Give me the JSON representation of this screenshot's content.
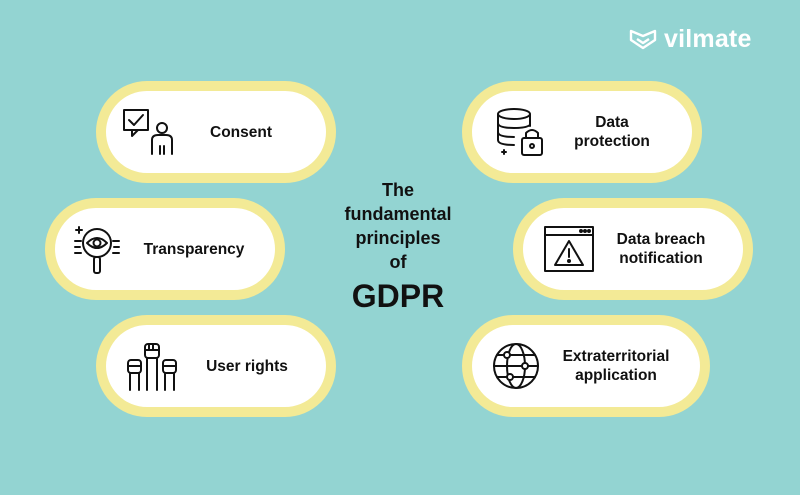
{
  "brand": {
    "name": "vilmate",
    "logo_icon": "chevron-badge-icon"
  },
  "center": {
    "lines": [
      "The",
      "fundamental",
      "principles",
      "of"
    ],
    "headline": "GDPR"
  },
  "principles": [
    {
      "label": "Consent",
      "icon": "checkbox-person-icon"
    },
    {
      "label": "Transparency",
      "icon": "magnifier-eye-icon"
    },
    {
      "label": "User rights",
      "icon": "raised-fists-icon"
    },
    {
      "label": "Data protection",
      "icon": "database-lock-icon"
    },
    {
      "label": "Data breach notification",
      "icon": "warning-window-icon"
    },
    {
      "label": "Extraterritorial application",
      "icon": "globe-network-icon"
    }
  ],
  "colors": {
    "background": "#93d4d2",
    "pill_border": "#f3ea96",
    "pill_fill": "#ffffff",
    "text": "#111111"
  }
}
